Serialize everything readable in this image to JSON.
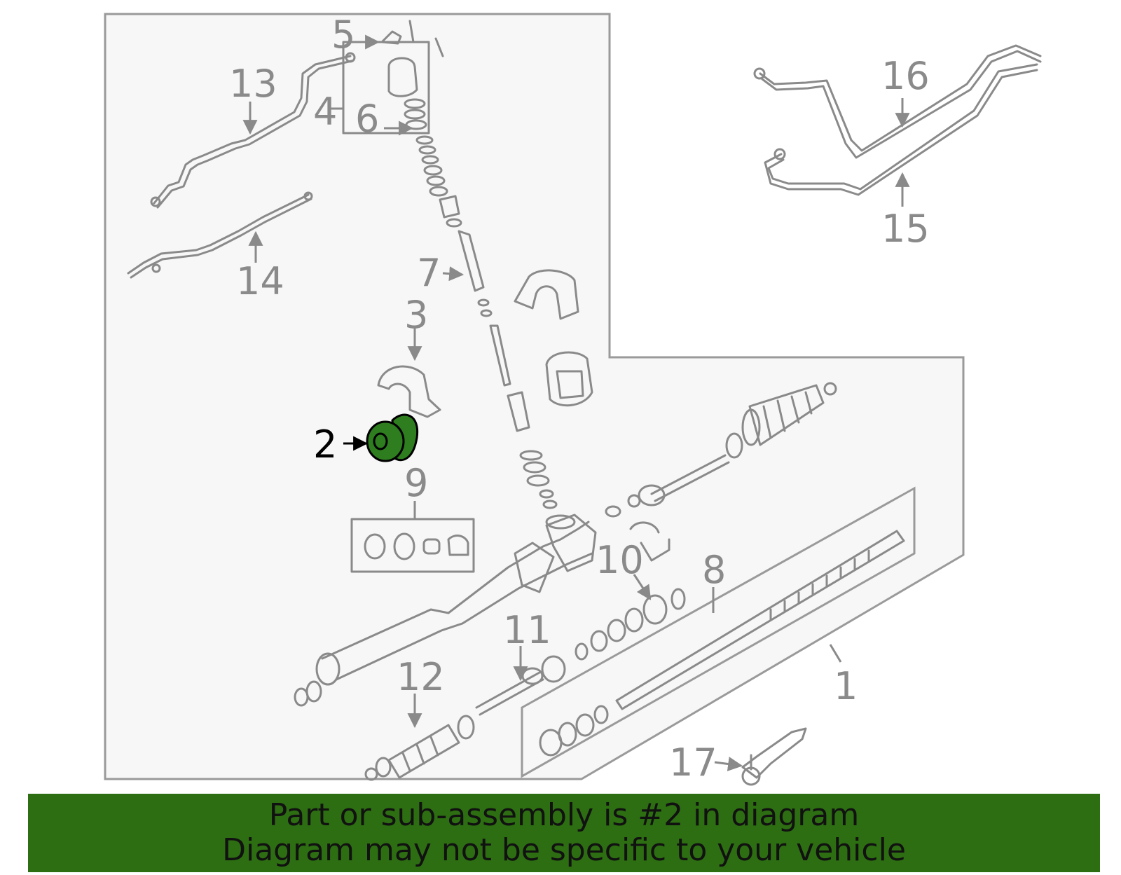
{
  "diagram": {
    "highlighted_part": "2",
    "colors": {
      "line": "#8a8a8a",
      "panel_fill": "#f7f7f7",
      "panel_stroke": "#9a9a9a",
      "highlight": "#2e7d1f",
      "banner": "#2d6e12",
      "highlight_label": "#000000"
    },
    "callouts": [
      {
        "id": "1",
        "label": "1"
      },
      {
        "id": "2",
        "label": "2"
      },
      {
        "id": "3",
        "label": "3"
      },
      {
        "id": "4",
        "label": "4"
      },
      {
        "id": "5",
        "label": "5"
      },
      {
        "id": "6",
        "label": "6"
      },
      {
        "id": "7",
        "label": "7"
      },
      {
        "id": "8",
        "label": "8"
      },
      {
        "id": "9",
        "label": "9"
      },
      {
        "id": "10",
        "label": "10"
      },
      {
        "id": "11",
        "label": "11"
      },
      {
        "id": "12",
        "label": "12"
      },
      {
        "id": "13",
        "label": "13"
      },
      {
        "id": "14",
        "label": "14"
      },
      {
        "id": "15",
        "label": "15"
      },
      {
        "id": "16",
        "label": "16"
      },
      {
        "id": "17",
        "label": "17"
      }
    ]
  },
  "banner": {
    "line1": "Part or sub-assembly is #2 in diagram",
    "line2": "Diagram may not be specific to your vehicle"
  }
}
